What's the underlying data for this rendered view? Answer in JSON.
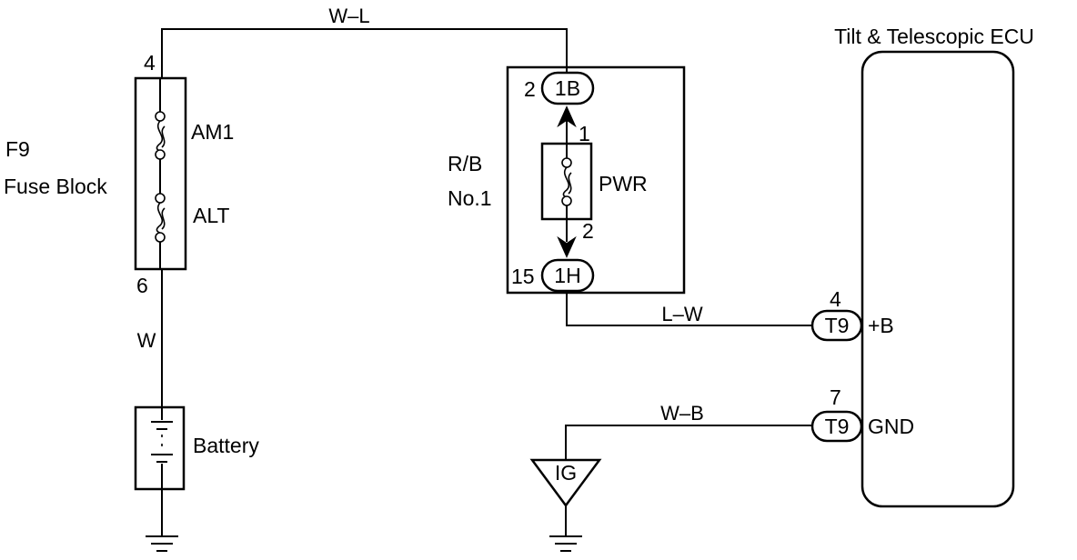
{
  "ecu": {
    "title": "Tilt & Telescopic ECU"
  },
  "fuse_block": {
    "name_line1": "F9",
    "name_line2": "Fuse Block",
    "pin_top": "4",
    "pin_bottom": "6",
    "fuse_1": "AM1",
    "fuse_2": "ALT"
  },
  "relay_block": {
    "name_line1": "R/B",
    "name_line2": "No.1",
    "fuse": "PWR",
    "connector_top": {
      "pin": "2",
      "code": "1B",
      "inner_pin": "1"
    },
    "connector_bottom": {
      "pin": "15",
      "code": "1H",
      "inner_pin": "2"
    }
  },
  "wires": {
    "top": "W–L",
    "fuse_to_battery": "W",
    "power": "L–W",
    "ground": "W–B"
  },
  "battery": {
    "label": "Battery"
  },
  "ground_point": {
    "code": "IG"
  },
  "ecu_terminals": {
    "power": {
      "pin": "4",
      "code": "T9",
      "label": "+B"
    },
    "ground": {
      "pin": "7",
      "code": "T9",
      "label": "GND"
    }
  }
}
